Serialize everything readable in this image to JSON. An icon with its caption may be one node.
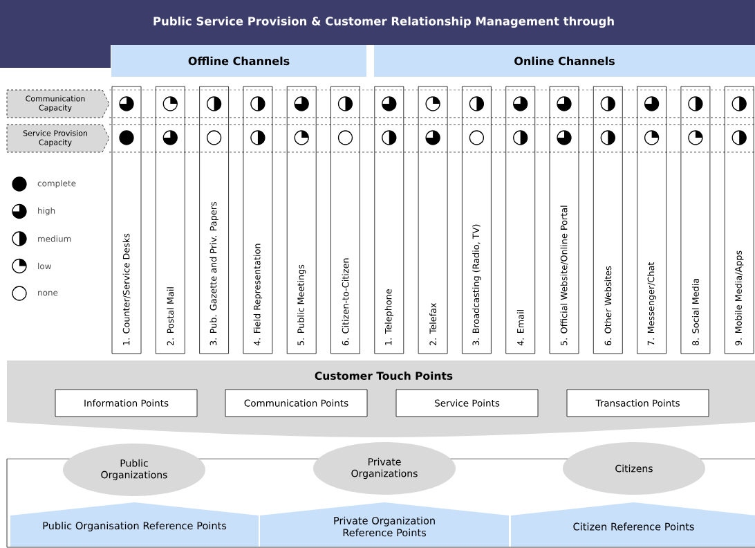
{
  "diagram": {
    "nodes": [
      {
        "text": [
          "Public Service Provision & Customer Relationship Management through"
        ]
      },
      {
        "text": [
          "Offline Channels"
        ]
      },
      {
        "text": [
          "Online Channels"
        ]
      },
      {
        "text": [
          "Communication Capacity"
        ]
      },
      {
        "text": [
          "Service Provision Capacity"
        ]
      },
      {
        "text": [
          "1. Counter/Service Desks"
        ]
      },
      {
        "text": [
          "2. Postal Mail"
        ]
      },
      {
        "text": [
          "3. Pub. Gazette and Priv. Papers"
        ]
      },
      {
        "text": [
          "4. Field Representation"
        ]
      },
      {
        "text": [
          "5. Public Meetings"
        ]
      },
      {
        "text": [
          "6. Citizen-to-Citizen"
        ]
      },
      {
        "text": [
          "1. Telephone"
        ]
      },
      {
        "text": [
          "2. Telefax"
        ]
      },
      {
        "text": [
          "3. Broadcasting (Radio, TV)"
        ]
      },
      {
        "text": [
          "4. Email"
        ]
      },
      {
        "text": [
          "5. Official Website/Online Portal"
        ]
      },
      {
        "text": [
          "6. Other Websites"
        ]
      },
      {
        "text": [
          "7. Messenger/Chat"
        ]
      },
      {
        "text": [
          "8. Social Media"
        ]
      },
      {
        "text": [
          "9. Mobile Media/Apps"
        ]
      },
      {
        "text": [
          "Customer Touch Points"
        ]
      },
      {
        "text": [
          "Information Points"
        ],
        "in": 20
      },
      {
        "text": [
          "Communication Points"
        ],
        "in": 20
      },
      {
        "text": [
          "Service Points"
        ],
        "in": 20
      },
      {
        "text": [
          "Transaction Points"
        ],
        "in": 20
      },
      {
        "text": [],
        "shape": "box"
      },
      {
        "text": [
          "Public Organizations"
        ]
      },
      {
        "text": [
          "Private Organizations"
        ]
      },
      {
        "text": [
          "Citizens"
        ]
      },
      {
        "text": [
          "Public Organisation Reference Points"
        ],
        "in": 25
      },
      {
        "text": [
          "Private Organization Reference Points"
        ],
        "in": 25
      },
      {
        "text": [
          "Citizen Reference Points"
        ],
        "in": 25
      }
    ],
    "legend": [
      {
        "text": "complete"
      },
      {
        "text": "high"
      },
      {
        "text": "medium"
      },
      {
        "text": "low"
      },
      {
        "text": "none"
      }
    ]
  }
}
